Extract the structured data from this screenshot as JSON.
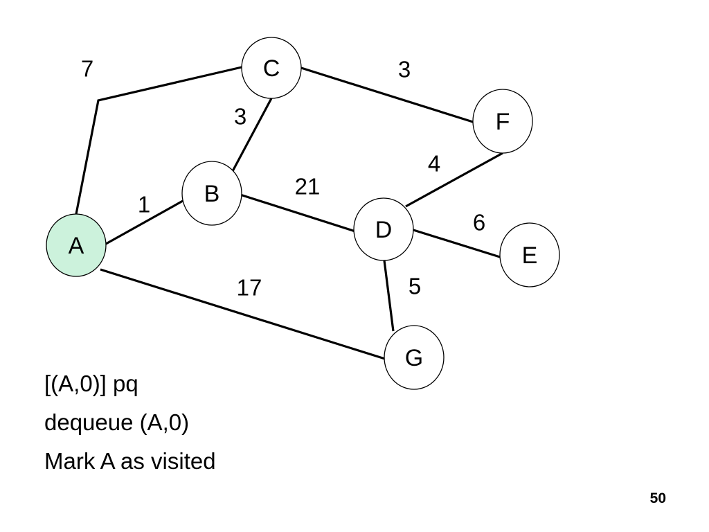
{
  "colors": {
    "visited_fill": "#ccf2dc",
    "node_fill": "#ffffff",
    "line": "#000000"
  },
  "graph": {
    "nodes": [
      {
        "id": "A",
        "label": "A",
        "visited": true
      },
      {
        "id": "B",
        "label": "B",
        "visited": false
      },
      {
        "id": "C",
        "label": "C",
        "visited": false
      },
      {
        "id": "D",
        "label": "D",
        "visited": false
      },
      {
        "id": "E",
        "label": "E",
        "visited": false
      },
      {
        "id": "F",
        "label": "F",
        "visited": false
      },
      {
        "id": "G",
        "label": "G",
        "visited": false
      }
    ],
    "edges": [
      {
        "from": "A",
        "to": "C",
        "weight": "7"
      },
      {
        "from": "A",
        "to": "B",
        "weight": "1"
      },
      {
        "from": "A",
        "to": "G",
        "weight": "17"
      },
      {
        "from": "B",
        "to": "C",
        "weight": "3"
      },
      {
        "from": "B",
        "to": "D",
        "weight": "21"
      },
      {
        "from": "C",
        "to": "F",
        "weight": "3"
      },
      {
        "from": "D",
        "to": "F",
        "weight": "4"
      },
      {
        "from": "D",
        "to": "E",
        "weight": "6"
      },
      {
        "from": "D",
        "to": "G",
        "weight": "5"
      }
    ]
  },
  "notes": {
    "line1": "[(A,0)] pq",
    "line2": "dequeue (A,0)",
    "line3": "Mark A as visited"
  },
  "slide_number": "50"
}
